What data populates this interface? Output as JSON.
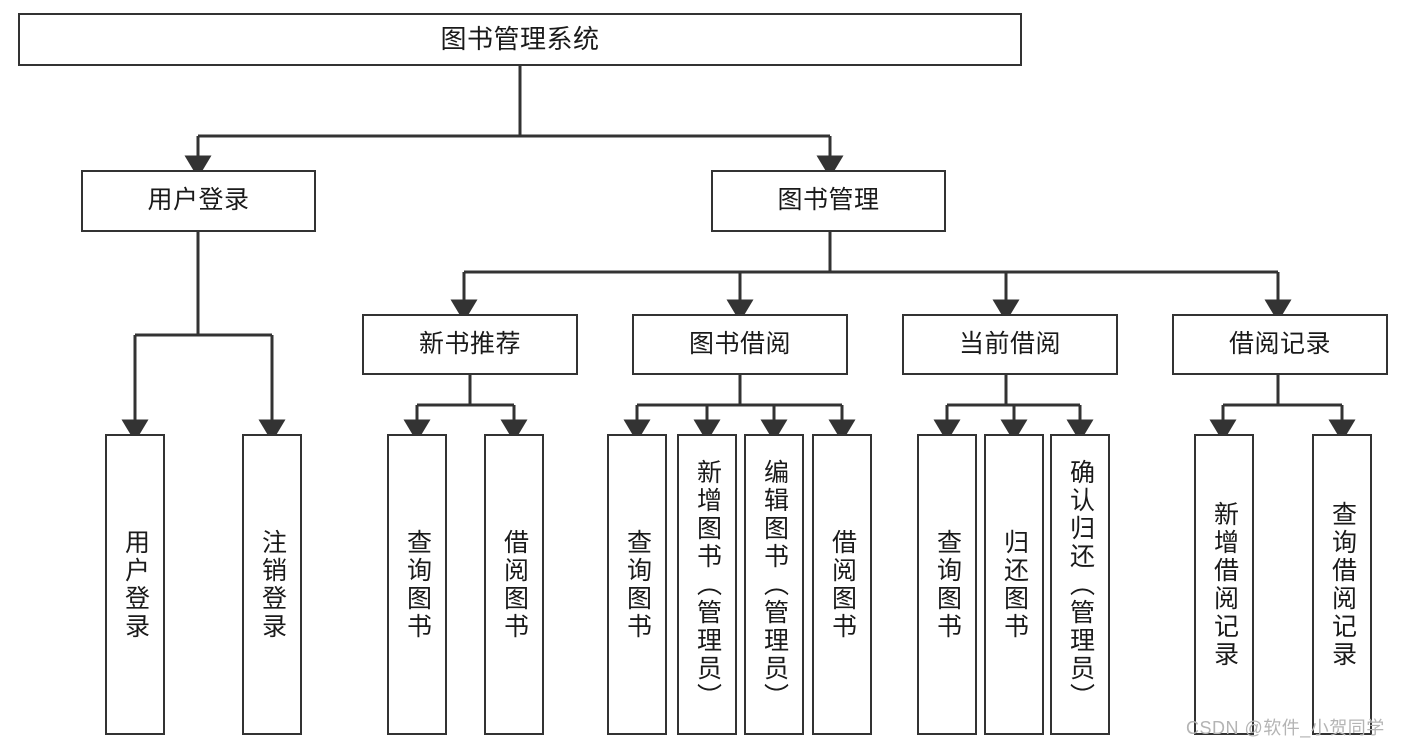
{
  "diagram": {
    "type": "tree-hierarchy",
    "title": "图书管理系统",
    "root": {
      "label": "图书管理系统"
    },
    "level2": [
      {
        "label": "用户登录"
      },
      {
        "label": "图书管理"
      }
    ],
    "level3": [
      {
        "label": "新书推荐"
      },
      {
        "label": "图书借阅"
      },
      {
        "label": "当前借阅"
      },
      {
        "label": "借阅记录"
      }
    ],
    "leaves": {
      "user_login": [
        {
          "label": "用户登录"
        },
        {
          "label": "注销登录"
        }
      ],
      "new_book_recommend": [
        {
          "label": "查询图书"
        },
        {
          "label": "借阅图书"
        }
      ],
      "book_borrow": [
        {
          "label": "查询图书"
        },
        {
          "label": "新增图书（管理员）"
        },
        {
          "label": "编辑图书（管理员）"
        },
        {
          "label": "借阅图书"
        }
      ],
      "current_borrow": [
        {
          "label": "查询图书"
        },
        {
          "label": "归还图书"
        },
        {
          "label": "确认归还（管理员）"
        }
      ],
      "borrow_records": [
        {
          "label": "新增借阅记录"
        },
        {
          "label": "查询借阅记录"
        }
      ]
    },
    "watermark": "CSDN @软件_小贺同学",
    "colors": {
      "background": "#ffffff",
      "box_border": "#333333",
      "box_fill": "#ffffff",
      "connector": "#333333",
      "text": "#1a1a1a",
      "watermark": "#b4b4b4"
    }
  }
}
